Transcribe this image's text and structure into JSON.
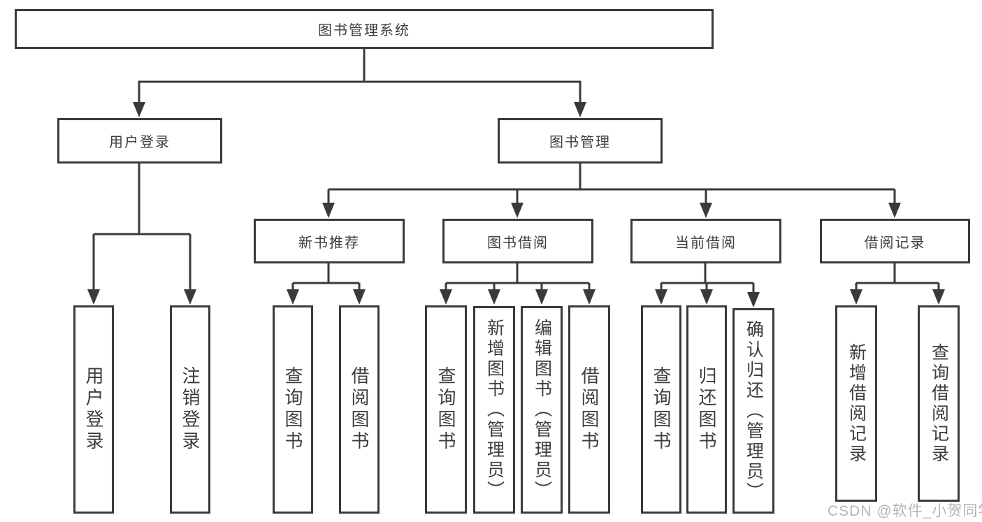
{
  "diagram": {
    "root": {
      "label": "图书管理系统"
    },
    "level2": {
      "user_login": {
        "label": "用户登录"
      },
      "book_mgmt": {
        "label": "图书管理"
      }
    },
    "level3": {
      "new_book_rec": {
        "label": "新书推荐"
      },
      "book_borrow": {
        "label": "图书借阅"
      },
      "current_borrow": {
        "label": "当前借阅"
      },
      "borrow_records": {
        "label": "借阅记录"
      }
    },
    "leaves": {
      "user_login": {
        "label": "用户登录"
      },
      "logout": {
        "label": "注销登录"
      },
      "rec_query_book": {
        "label": "查询图书"
      },
      "rec_borrow_book": {
        "label": "借阅图书"
      },
      "bor_query_book": {
        "label": "查询图书"
      },
      "bor_add_book": {
        "label": "新增图书（管理员）"
      },
      "bor_edit_book": {
        "label": "编辑图书（管理员）"
      },
      "bor_borrow_book": {
        "label": "借阅图书"
      },
      "cur_query_book": {
        "label": "查询图书"
      },
      "cur_return_book": {
        "label": "归还图书"
      },
      "cur_confirm_return": {
        "label": "确认归还（管理员）"
      },
      "add_borrow_record": {
        "label": "新增借阅记录"
      },
      "query_borrow_record": {
        "label": "查询借阅记录"
      }
    },
    "colors": {
      "line": "#3a3a3a",
      "text": "#3d3d3d",
      "watermark": "#b5b5b5"
    },
    "watermark": "CSDN @软件_小贺同学"
  }
}
